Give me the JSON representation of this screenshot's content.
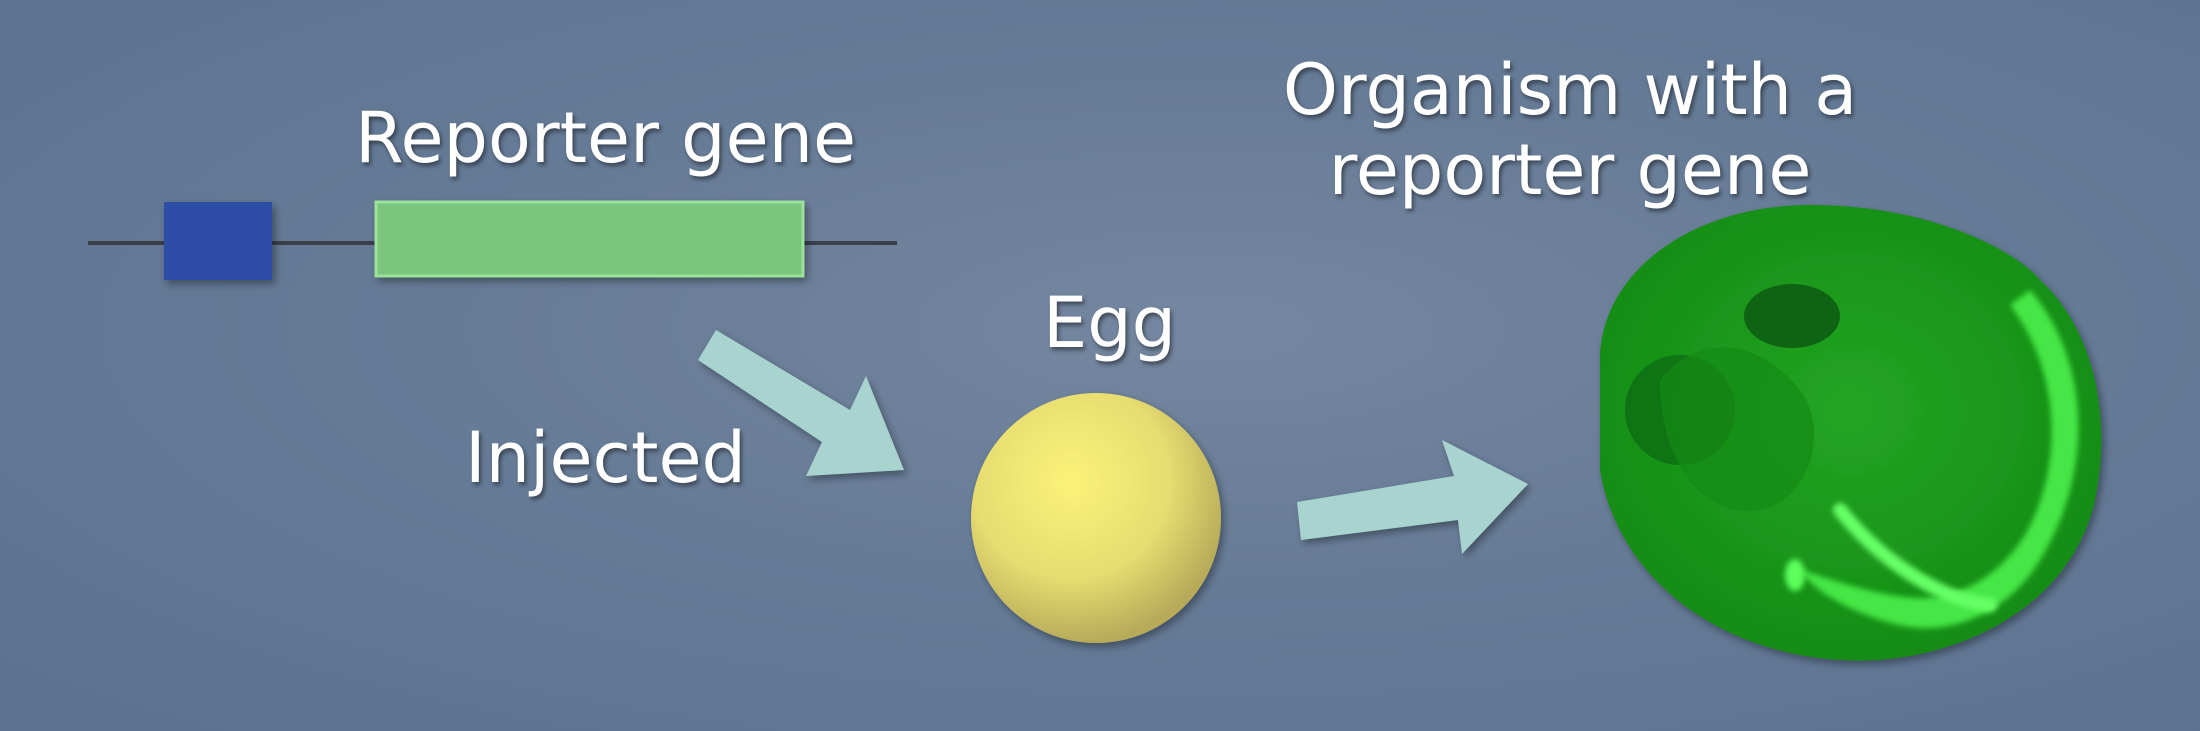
{
  "labels": {
    "reporter_gene": "Reporter gene",
    "injected": "Injected",
    "egg": "Egg",
    "organism_line1": "Organism with a",
    "organism_line2": "reporter gene"
  },
  "colors": {
    "promoter": "#2f4da6",
    "reporter": "#7cc57c",
    "arrow": "#a8d3cf",
    "egg": "#e8e27a",
    "organism": "#1f9b1f",
    "fluorescence": "#4cf04c"
  }
}
